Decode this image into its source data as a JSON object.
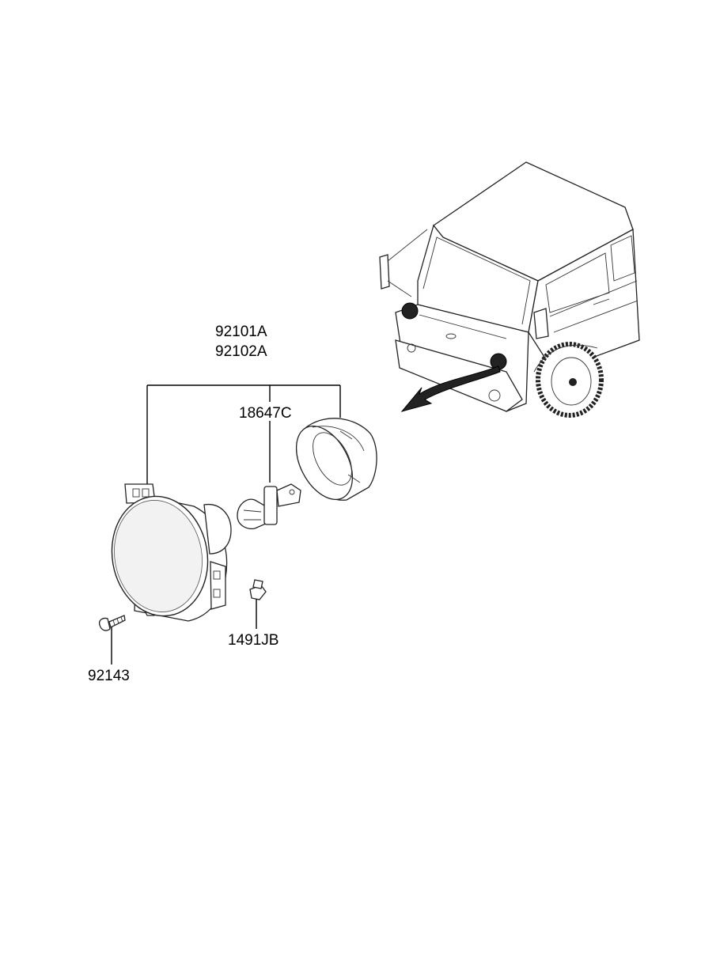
{
  "labels": {
    "headlamp_assy_1": "92101A",
    "headlamp_assy_2": "92102A",
    "bulb": "18647C",
    "clip": "1491JB",
    "screw": "92143"
  }
}
